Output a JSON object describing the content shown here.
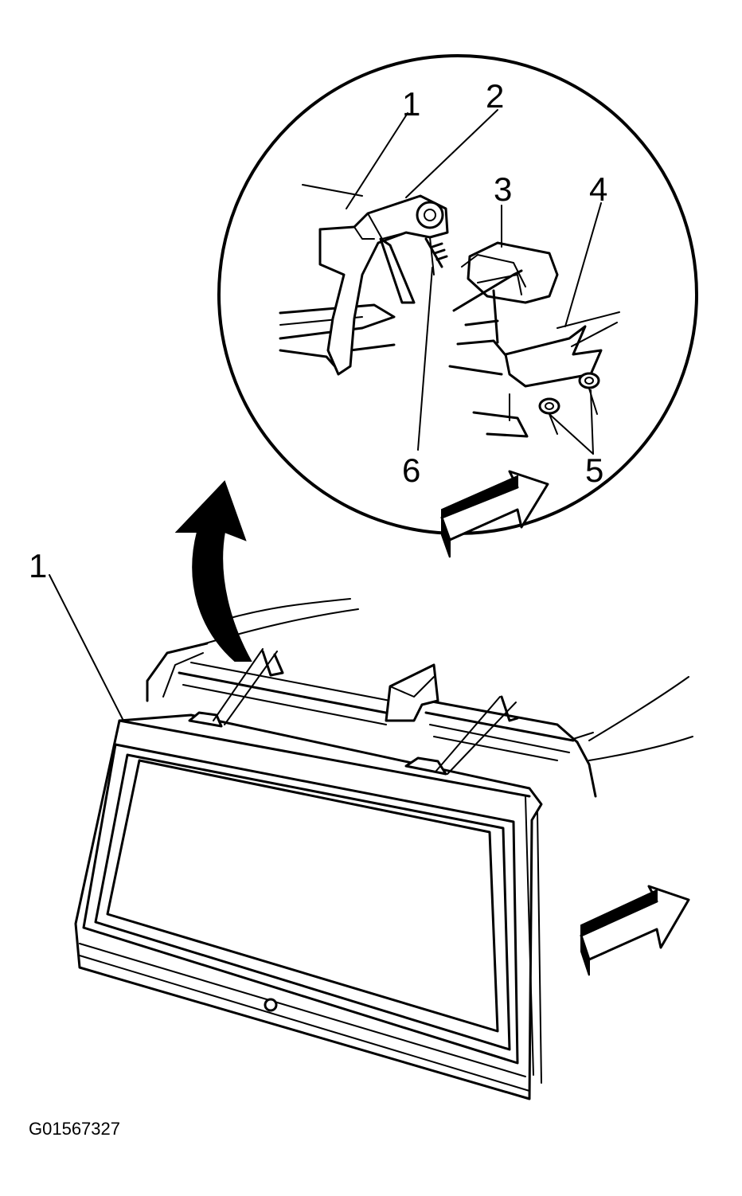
{
  "detail_callouts": {
    "c1": "1",
    "c2": "2",
    "c3": "3",
    "c4": "4",
    "c5": "5",
    "c6": "6"
  },
  "main_callouts": {
    "c1": "1"
  },
  "figure_id": "G01567327"
}
